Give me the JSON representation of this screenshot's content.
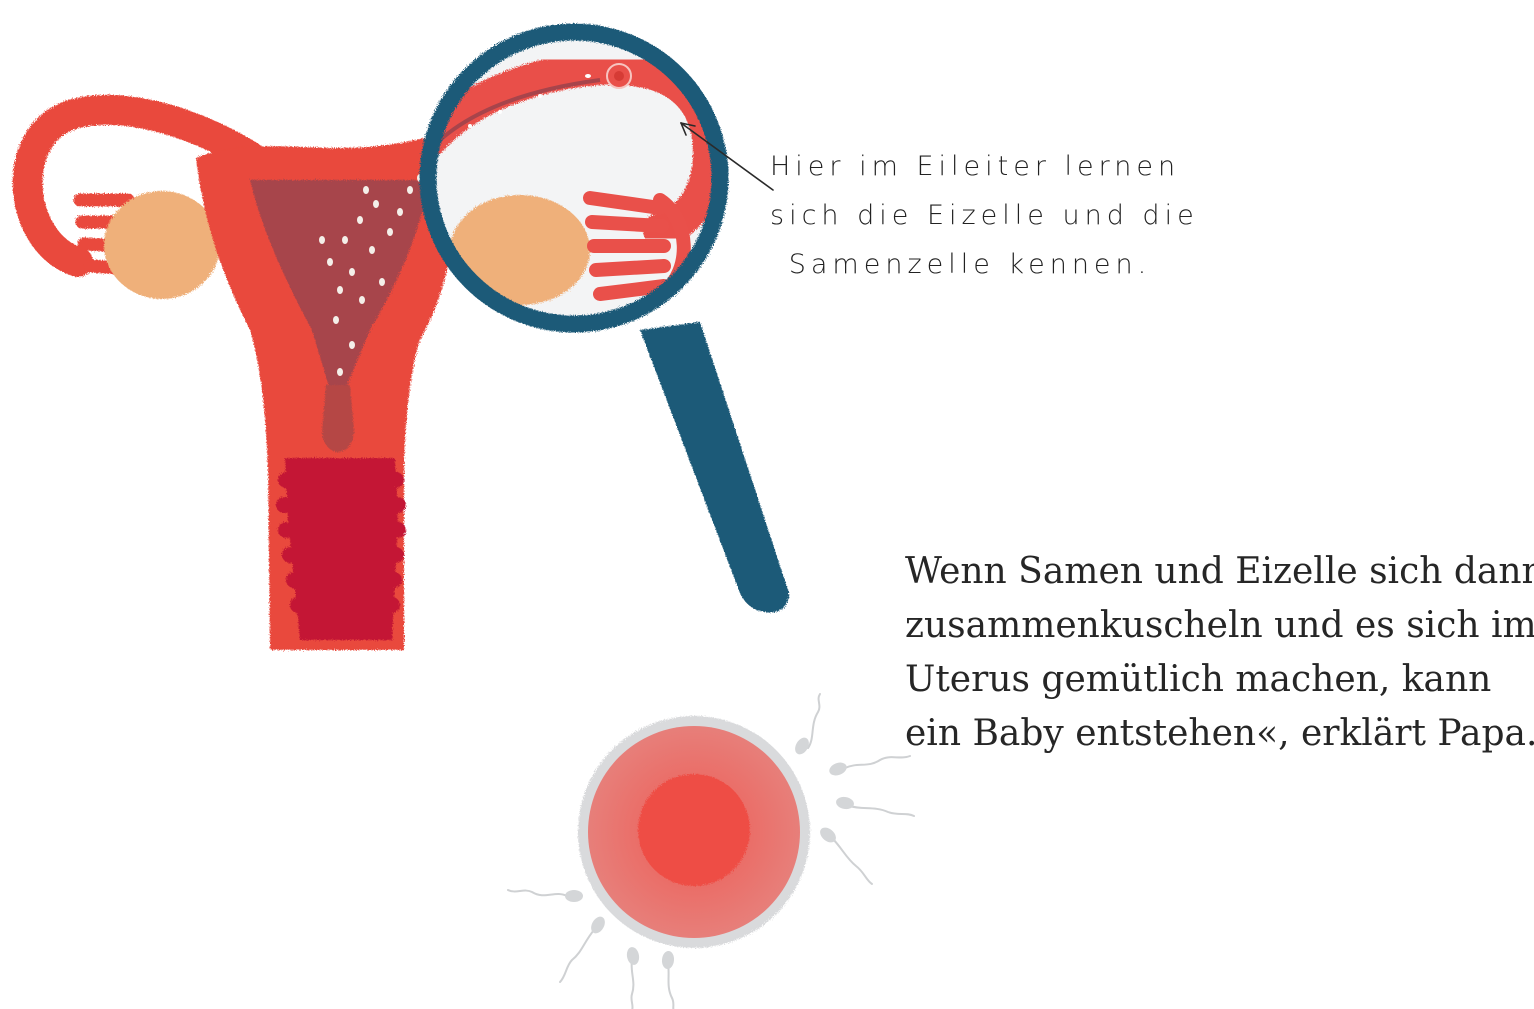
{
  "annotation": {
    "lines": [
      "Hier im Eileiter lernen",
      "sich die Eizelle und die",
      "Samenzelle kennen."
    ]
  },
  "story": {
    "lines": [
      "Wenn Samen und Eizelle sich dann",
      "zusammenkuscheln und es sich im",
      "Uterus gemütlich machen, kann",
      "ein Baby entstehen«, erklärt Papa."
    ]
  },
  "colors": {
    "uterus": "#e9493c",
    "uterus_dark": "#d23a31",
    "cavity": "#a7444b",
    "vagina": "#c41935",
    "ovary": "#efb07a",
    "magnifier_rim": "#1f5a78",
    "magnifier_glass": "#f3f4f5",
    "egg_outer": "#d9dadc",
    "egg_cytoplasm": "#e87a76",
    "egg_nucleus": "#ee4d45",
    "sperm": "#d4d6d8"
  }
}
